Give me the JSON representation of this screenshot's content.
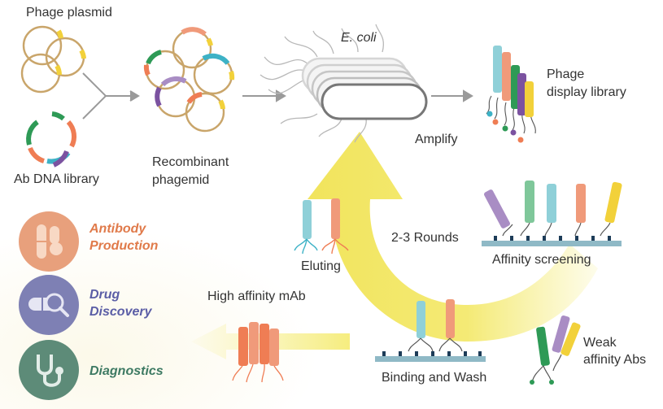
{
  "labels": {
    "phage_plasmid": "Phage plasmid",
    "ab_dna_library": "Ab DNA library",
    "recombinant_line1": "Recombinant",
    "recombinant_line2": "phagemid",
    "ecoli": "E. coli",
    "amplify": "Amplify",
    "phage_display_line1": "Phage",
    "phage_display_line2": "display library",
    "affinity_screening": "Affinity screening",
    "rounds": "2-3 Rounds",
    "eluting": "Eluting",
    "high_affinity": "High affinity mAb",
    "binding_wash": "Binding and Wash",
    "weak_line1": "Weak",
    "weak_line2": "affinity Abs"
  },
  "applications": [
    {
      "line1": "Antibody",
      "line2": "Production",
      "color": "#e07a4a",
      "circle": "#e8a07c",
      "icon": "chromosome-icon"
    },
    {
      "line1": "Drug",
      "line2": "Discovery",
      "color": "#5b5ea6",
      "circle": "#7e80b4",
      "icon": "pill-magnifier-icon"
    },
    {
      "line1": "",
      "line2": "Diagnostics",
      "color": "#3e7a63",
      "circle": "#5d8b78",
      "icon": "stethoscope-icon"
    }
  ],
  "colors": {
    "orange": "#ef7d54",
    "salmon": "#f09a7a",
    "teal": "#3db2c6",
    "aqua": "#8fd0d8",
    "green": "#2e9a56",
    "lightgreen": "#7fc79a",
    "purple": "#7b52a0",
    "lavender": "#a98dc4",
    "yellow": "#f2d13a",
    "ring": "#c9a56a",
    "arrow_yellow": "#f5ec78",
    "gray": "#9a9a9a",
    "surface": "#8fb9c6"
  }
}
